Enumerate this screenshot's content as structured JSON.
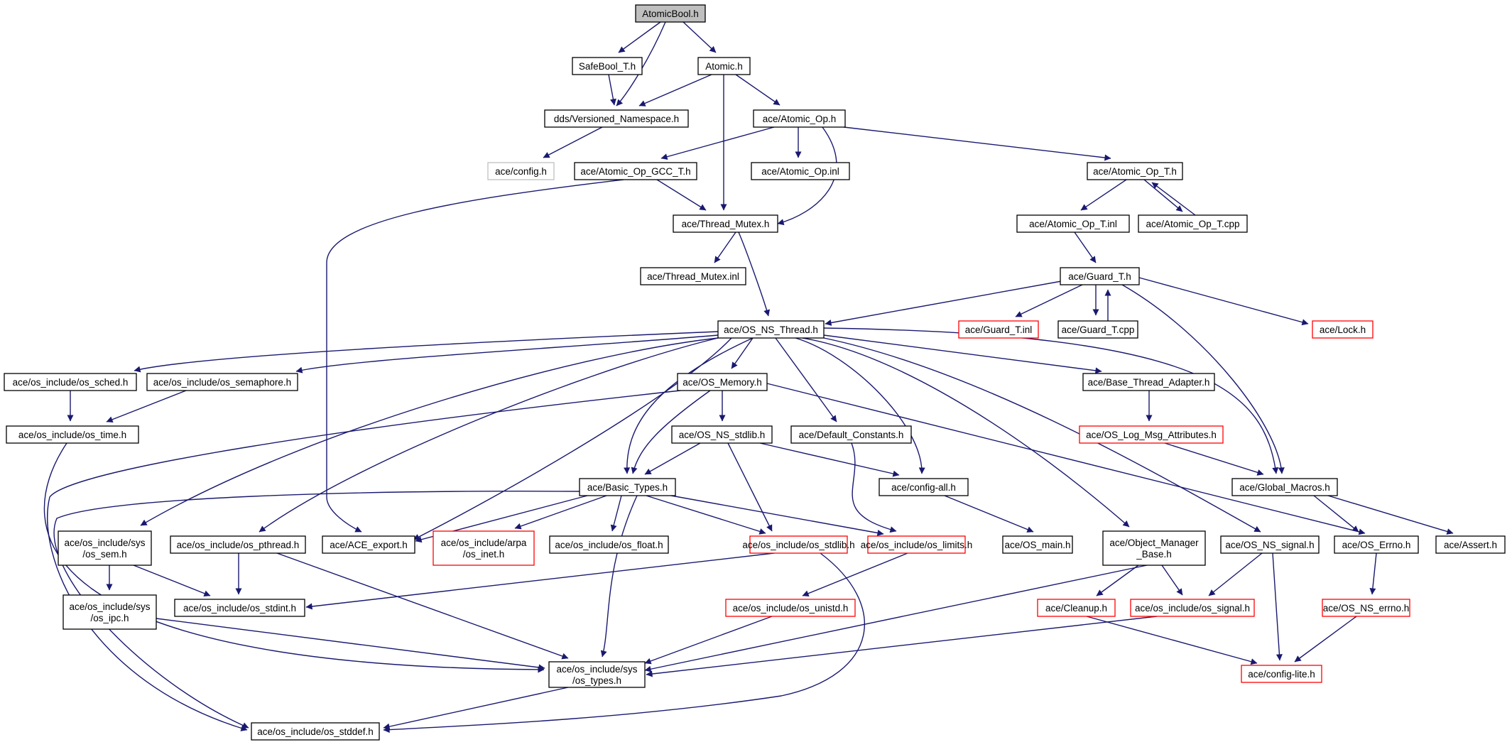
{
  "graph": {
    "colors": {
      "edge": "#191970",
      "border_default": "#000000",
      "border_truncated": "#ff0000",
      "border_external": "#bfbfbf",
      "fill_root": "#bfbfbf",
      "fill_default": "#ffffff"
    },
    "nodes": [
      {
        "id": "n0",
        "label": [
          "AtomicBool.h"
        ],
        "kind": "root"
      },
      {
        "id": "n1",
        "label": [
          "SafeBool_T.h"
        ],
        "kind": "default"
      },
      {
        "id": "n2",
        "label": [
          "Atomic.h"
        ],
        "kind": "default"
      },
      {
        "id": "n3",
        "label": [
          "dds/Versioned_Namespace.h"
        ],
        "kind": "default"
      },
      {
        "id": "n4",
        "label": [
          "ace/config.h"
        ],
        "kind": "external"
      },
      {
        "id": "n5",
        "label": [
          "ace/Atomic_Op.h"
        ],
        "kind": "default"
      },
      {
        "id": "n6",
        "label": [
          "ace/Atomic_Op_GCC_T.h"
        ],
        "kind": "default"
      },
      {
        "id": "n7",
        "label": [
          "ace/Atomic_Op.inl"
        ],
        "kind": "default"
      },
      {
        "id": "n8",
        "label": [
          "ace/Atomic_Op_T.h"
        ],
        "kind": "default"
      },
      {
        "id": "n9",
        "label": [
          "ace/Thread_Mutex.h"
        ],
        "kind": "default"
      },
      {
        "id": "n10",
        "label": [
          "ace/Atomic_Op_T.inl"
        ],
        "kind": "default"
      },
      {
        "id": "n11",
        "label": [
          "ace/Atomic_Op_T.cpp"
        ],
        "kind": "default"
      },
      {
        "id": "n12",
        "label": [
          "ace/Thread_Mutex.inl"
        ],
        "kind": "default"
      },
      {
        "id": "n13",
        "label": [
          "ace/Guard_T.h"
        ],
        "kind": "default"
      },
      {
        "id": "n14",
        "label": [
          "ace/OS_NS_Thread.h"
        ],
        "kind": "default"
      },
      {
        "id": "n15",
        "label": [
          "ace/Guard_T.inl"
        ],
        "kind": "truncated"
      },
      {
        "id": "n16",
        "label": [
          "ace/Guard_T.cpp"
        ],
        "kind": "default"
      },
      {
        "id": "n17",
        "label": [
          "ace/Lock.h"
        ],
        "kind": "truncated"
      },
      {
        "id": "n18",
        "label": [
          "ace/os_include/os_sched.h"
        ],
        "kind": "default"
      },
      {
        "id": "n19",
        "label": [
          "ace/os_include/os_semaphore.h"
        ],
        "kind": "default"
      },
      {
        "id": "n20",
        "label": [
          "ace/OS_Memory.h"
        ],
        "kind": "default"
      },
      {
        "id": "n21",
        "label": [
          "ace/Base_Thread_Adapter.h"
        ],
        "kind": "default"
      },
      {
        "id": "n22",
        "label": [
          "ace/os_include/os_time.h"
        ],
        "kind": "default"
      },
      {
        "id": "n23",
        "label": [
          "ace/OS_NS_stdlib.h"
        ],
        "kind": "default"
      },
      {
        "id": "n24",
        "label": [
          "ace/Default_Constants.h"
        ],
        "kind": "default"
      },
      {
        "id": "n25",
        "label": [
          "ace/OS_Log_Msg_Attributes.h"
        ],
        "kind": "truncated"
      },
      {
        "id": "n26",
        "label": [
          "ace/Basic_Types.h"
        ],
        "kind": "default"
      },
      {
        "id": "n27",
        "label": [
          "ace/config-all.h"
        ],
        "kind": "default"
      },
      {
        "id": "n28",
        "label": [
          "ace/Global_Macros.h"
        ],
        "kind": "default"
      },
      {
        "id": "n29",
        "label": [
          "ace/os_include/sys",
          "/os_sem.h"
        ],
        "kind": "default"
      },
      {
        "id": "n30",
        "label": [
          "ace/os_include/os_pthread.h"
        ],
        "kind": "default"
      },
      {
        "id": "n31",
        "label": [
          "ace/ACE_export.h"
        ],
        "kind": "default"
      },
      {
        "id": "n32",
        "label": [
          "ace/os_include/arpa",
          "/os_inet.h"
        ],
        "kind": "truncated"
      },
      {
        "id": "n33",
        "label": [
          "ace/os_include/os_float.h"
        ],
        "kind": "default"
      },
      {
        "id": "n34",
        "label": [
          "ace/os_include/os_stdlib.h"
        ],
        "kind": "truncated"
      },
      {
        "id": "n35",
        "label": [
          "ace/os_include/os_limits.h"
        ],
        "kind": "truncated"
      },
      {
        "id": "n36",
        "label": [
          "ace/OS_main.h"
        ],
        "kind": "default"
      },
      {
        "id": "n37",
        "label": [
          "ace/Object_Manager",
          "_Base.h"
        ],
        "kind": "default"
      },
      {
        "id": "n38",
        "label": [
          "ace/OS_NS_signal.h"
        ],
        "kind": "default"
      },
      {
        "id": "n39",
        "label": [
          "ace/OS_Errno.h"
        ],
        "kind": "default"
      },
      {
        "id": "n40",
        "label": [
          "ace/Assert.h"
        ],
        "kind": "default"
      },
      {
        "id": "n41",
        "label": [
          "ace/os_include/sys",
          "/os_ipc.h"
        ],
        "kind": "default"
      },
      {
        "id": "n42",
        "label": [
          "ace/os_include/os_stdint.h"
        ],
        "kind": "default"
      },
      {
        "id": "n43",
        "label": [
          "ace/os_include/os_unistd.h"
        ],
        "kind": "truncated"
      },
      {
        "id": "n44",
        "label": [
          "ace/Cleanup.h"
        ],
        "kind": "truncated"
      },
      {
        "id": "n45",
        "label": [
          "ace/os_include/os_signal.h"
        ],
        "kind": "truncated"
      },
      {
        "id": "n46",
        "label": [
          "ace/OS_NS_errno.h"
        ],
        "kind": "truncated"
      },
      {
        "id": "n47",
        "label": [
          "ace/os_include/sys",
          "/os_types.h"
        ],
        "kind": "default"
      },
      {
        "id": "n48",
        "label": [
          "ace/config-lite.h"
        ],
        "kind": "truncated"
      },
      {
        "id": "n49",
        "label": [
          "ace/os_include/os_stddef.h"
        ],
        "kind": "default"
      }
    ],
    "edges": [
      {
        "from": "n0",
        "to": "n1"
      },
      {
        "from": "n0",
        "to": "n3"
      },
      {
        "from": "n0",
        "to": "n2"
      },
      {
        "from": "n1",
        "to": "n3"
      },
      {
        "from": "n2",
        "to": "n3"
      },
      {
        "from": "n2",
        "to": "n9"
      },
      {
        "from": "n2",
        "to": "n5"
      },
      {
        "from": "n3",
        "to": "n4"
      },
      {
        "from": "n5",
        "to": "n6"
      },
      {
        "from": "n5",
        "to": "n7"
      },
      {
        "from": "n5",
        "to": "n9"
      },
      {
        "from": "n5",
        "to": "n8"
      },
      {
        "from": "n6",
        "to": "n9"
      },
      {
        "from": "n6",
        "to": "n31"
      },
      {
        "from": "n8",
        "to": "n10"
      },
      {
        "from": "n8",
        "to": "n11"
      },
      {
        "from": "n11",
        "to": "n8"
      },
      {
        "from": "n9",
        "to": "n12"
      },
      {
        "from": "n9",
        "to": "n14"
      },
      {
        "from": "n10",
        "to": "n13"
      },
      {
        "from": "n13",
        "to": "n14"
      },
      {
        "from": "n13",
        "to": "n15"
      },
      {
        "from": "n13",
        "to": "n16"
      },
      {
        "from": "n16",
        "to": "n13"
      },
      {
        "from": "n13",
        "to": "n17"
      },
      {
        "from": "n13",
        "to": "n28"
      },
      {
        "from": "n14",
        "to": "n18"
      },
      {
        "from": "n14",
        "to": "n19"
      },
      {
        "from": "n14",
        "to": "n20"
      },
      {
        "from": "n14",
        "to": "n21"
      },
      {
        "from": "n14",
        "to": "n24"
      },
      {
        "from": "n14",
        "to": "n27"
      },
      {
        "from": "n14",
        "to": "n28"
      },
      {
        "from": "n14",
        "to": "n26"
      },
      {
        "from": "n14",
        "to": "n29"
      },
      {
        "from": "n14",
        "to": "n30"
      },
      {
        "from": "n14",
        "to": "n31"
      },
      {
        "from": "n14",
        "to": "n37"
      },
      {
        "from": "n14",
        "to": "n38"
      },
      {
        "from": "n18",
        "to": "n22"
      },
      {
        "from": "n19",
        "to": "n22"
      },
      {
        "from": "n22",
        "to": "n47"
      },
      {
        "from": "n20",
        "to": "n23"
      },
      {
        "from": "n20",
        "to": "n26"
      },
      {
        "from": "n20",
        "to": "n49"
      },
      {
        "from": "n20",
        "to": "n39"
      },
      {
        "from": "n21",
        "to": "n25"
      },
      {
        "from": "n25",
        "to": "n28"
      },
      {
        "from": "n23",
        "to": "n26"
      },
      {
        "from": "n23",
        "to": "n27"
      },
      {
        "from": "n23",
        "to": "n34"
      },
      {
        "from": "n24",
        "to": "n35"
      },
      {
        "from": "n26",
        "to": "n49"
      },
      {
        "from": "n26",
        "to": "n31"
      },
      {
        "from": "n26",
        "to": "n32"
      },
      {
        "from": "n26",
        "to": "n33"
      },
      {
        "from": "n26",
        "to": "n34"
      },
      {
        "from": "n26",
        "to": "n35"
      },
      {
        "from": "n26",
        "to": "n47"
      },
      {
        "from": "n27",
        "to": "n36"
      },
      {
        "from": "n28",
        "to": "n39"
      },
      {
        "from": "n28",
        "to": "n40"
      },
      {
        "from": "n29",
        "to": "n41"
      },
      {
        "from": "n29",
        "to": "n42"
      },
      {
        "from": "n30",
        "to": "n42"
      },
      {
        "from": "n30",
        "to": "n47"
      },
      {
        "from": "n34",
        "to": "n42"
      },
      {
        "from": "n34",
        "to": "n49"
      },
      {
        "from": "n35",
        "to": "n43"
      },
      {
        "from": "n37",
        "to": "n47"
      },
      {
        "from": "n37",
        "to": "n44"
      },
      {
        "from": "n37",
        "to": "n45"
      },
      {
        "from": "n38",
        "to": "n45"
      },
      {
        "from": "n38",
        "to": "n48"
      },
      {
        "from": "n39",
        "to": "n46"
      },
      {
        "from": "n46",
        "to": "n48"
      },
      {
        "from": "n41",
        "to": "n47"
      },
      {
        "from": "n43",
        "to": "n47"
      },
      {
        "from": "n44",
        "to": "n48"
      },
      {
        "from": "n45",
        "to": "n47"
      },
      {
        "from": "n47",
        "to": "n49"
      }
    ]
  }
}
